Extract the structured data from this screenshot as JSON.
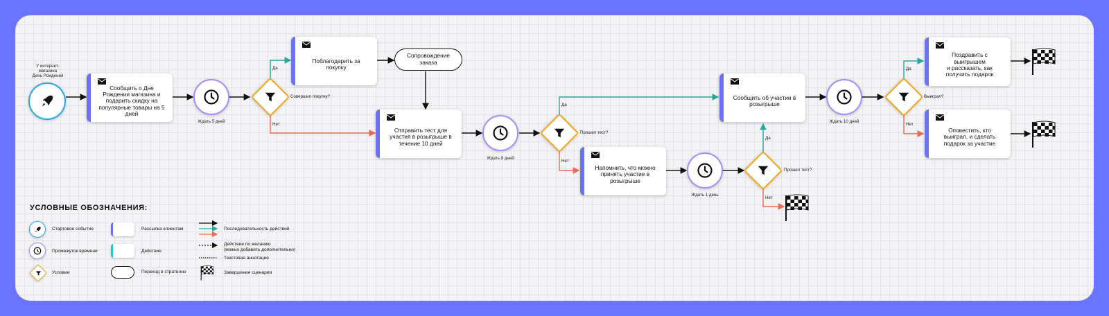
{
  "colors": {
    "frame": "#6b74ff",
    "card_accent": "#6c72f0",
    "action_accent": "#26c6c6",
    "timer_border": "#a78bff",
    "start_border": "#29a6e9",
    "condition_border": "#f5a623",
    "arrow_default": "#111111",
    "arrow_yes": "#27a99a",
    "arrow_no": "#ee6a4f"
  },
  "flow": {
    "start": {
      "label": "У интернет-\nмагазина\nДень Рождения",
      "icon": "rocket-icon"
    },
    "messages": {
      "birthday": "Сообщить о Дне\nРождении магазина и\nподарить скидку на\nпопулярные товары на 5\nдней",
      "thank": "Поблагодарить за\nпокупку",
      "send_test": "Отправить тест для\nучастия в розыгрыше в\nтечение 10 дней",
      "remind": "Напомнить, что можно\nпринять участие в\nрозыгрыше",
      "participation": "Сообщить об участии в\nрозыгрыше",
      "congrats": "Поздравить с\nвыигрышем\nи рассказать, как\nполучить подарок",
      "notify": "Оповестить, кто\nвыиграл, и сделать\nподарок за участие"
    },
    "strategy": {
      "order_support": "Сопровождение\nзаказа"
    },
    "timers": {
      "wait5": "Ждать 5 дней",
      "wait9": "Ждать 9 дней",
      "wait1": "Ждать 1 день",
      "wait10": "Ждать 10 дней"
    },
    "conditions": {
      "purchase": "Совершил покупку?",
      "test1": "Прошел тест?",
      "test2": "Прошел тест?",
      "won": "Выиграл?"
    },
    "branch": {
      "yes": "Да",
      "no": "Нет"
    }
  },
  "legend": {
    "title": "УСЛОВНЫЕ ОБОЗНАЧЕНИЯ:",
    "start_event": "Стартовое событие",
    "time_interval": "Промежуток времени",
    "condition": "Условие",
    "client_mailing": "Рассылка клиентам",
    "action": "Действие",
    "strategy_transition": "Переход в стратегию",
    "sequence": "Последовательность действий",
    "optional_action": "Действие по желанию\n(можно добавить дополнительно)",
    "text_annotation": "Текстовая аннотация",
    "scenario_end": "Завершение сценария"
  }
}
